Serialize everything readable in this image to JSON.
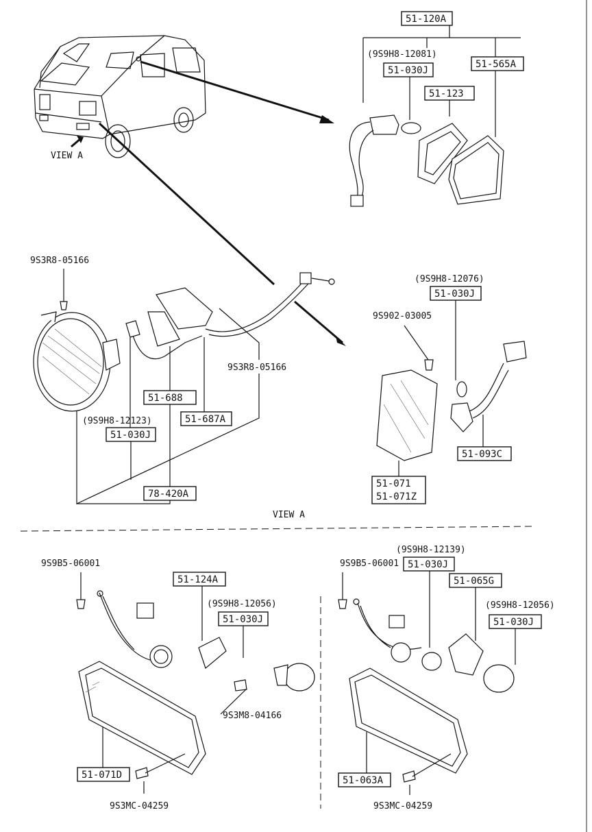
{
  "view_a_labels": {
    "car_callout": "VIEW A",
    "section": "VIEW A"
  },
  "top_right": {
    "assembly": "51-120A",
    "note_1": "(9S9H8-12081)",
    "socket_bulb": "51-030J",
    "gasket": "51-123",
    "lens": "51-565A"
  },
  "middle_left": {
    "screw_top": "9S3R8-05166",
    "screw_right": "9S3R8-05166",
    "note_2": "(9S9H8-12123)",
    "bulb": "51-030J",
    "bracket": "51-688",
    "harness": "51-687A",
    "assembly": "78-420A"
  },
  "middle_right": {
    "note_3": "(9S9H8-12076)",
    "bulb": "51-030J",
    "screw": "9S902-03005",
    "socket": "51-093C",
    "lens_r": "51-071",
    "lens_l": "51-071Z"
  },
  "bottom_left": {
    "screw": "9S9B5-06001",
    "socket": "51-124A",
    "note_4": "(9S9H8-12056)",
    "bulb": "51-030J",
    "bolt": "9S3M8-04166",
    "lens": "51-071D",
    "screw_bottom": "9S3MC-04259"
  },
  "bottom_right": {
    "screw": "9S9B5-06001",
    "note_5": "(9S9H8-12139)",
    "bulb_small": "51-030J",
    "socket": "51-065G",
    "note_6": "(9S9H8-12056)",
    "bulb": "51-030J",
    "lens": "51-063A",
    "screw_bottom": "9S3MC-04259"
  }
}
